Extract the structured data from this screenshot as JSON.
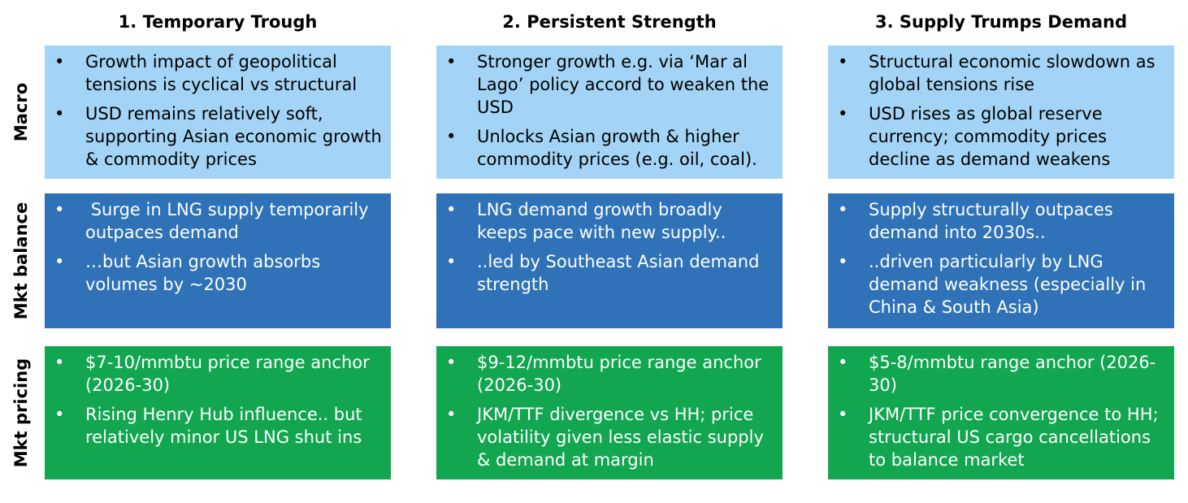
{
  "columns": [
    "1. Temporary Trough",
    "2. Persistent Strength",
    "3. Supply Trumps Demand"
  ],
  "rows": [
    "Macro",
    "Mkt balance",
    "Mkt pricing"
  ],
  "bullet": "•",
  "cells": {
    "macro": [
      [
        "Growth impact of geopolitical tensions is cyclical vs structural",
        "USD remains relatively soft, supporting Asian economic growth & commodity prices"
      ],
      [
        "Stronger growth e.g. via ‘Mar al Lago’ policy accord to weaken the USD",
        "Unlocks Asian growth & higher commodity prices (e.g. oil, coal)."
      ],
      [
        "Structural economic slowdown as global tensions rise",
        "USD rises as global reserve currency; commodity prices decline as demand weakens"
      ]
    ],
    "balance": [
      [
        " Surge in LNG supply temporarily outpaces demand",
        "…but Asian growth absorbs volumes by ~2030"
      ],
      [
        "LNG demand growth broadly keeps pace with new supply..",
        "..led by Southeast Asian demand strength"
      ],
      [
        "Supply structurally outpaces demand into 2030s..",
        "..driven particularly by LNG demand weakness (especially in China & South Asia)"
      ]
    ],
    "pricing": [
      [
        "$7-10/mmbtu price range anchor (2026-30)",
        "Rising Henry Hub influence.. but relatively minor US LNG shut ins"
      ],
      [
        "$9-12/mmbtu price range anchor (2026-30)",
        "JKM/TTF divergence vs HH; price volatility given less elastic supply & demand at margin"
      ],
      [
        "$5-8/mmbtu range anchor (2026-30)",
        "JKM/TTF price convergence to HH; structural US cargo cancellations to balance market"
      ]
    ]
  },
  "colors": {
    "macro": "#a3d4f5",
    "balance": "#2f72b8",
    "pricing": "#12a650"
  }
}
